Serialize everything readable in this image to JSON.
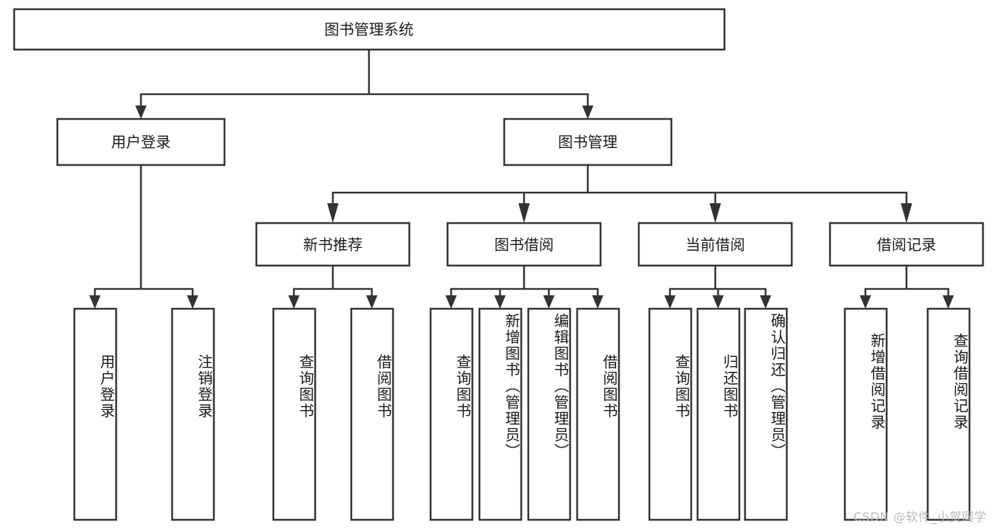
{
  "diagram": {
    "title": "图书管理系统",
    "type": "tree-hierarchy",
    "root": {
      "id": "root",
      "label": "图书管理系统",
      "orientation": "horizontal"
    },
    "level1": [
      {
        "id": "user-login",
        "label": "用户登录",
        "orientation": "horizontal"
      },
      {
        "id": "book-management",
        "label": "图书管理",
        "orientation": "horizontal"
      }
    ],
    "level2": [
      {
        "id": "new-book-recommend",
        "label": "新书推荐",
        "parent": "book-management",
        "orientation": "horizontal"
      },
      {
        "id": "book-borrow",
        "label": "图书借阅",
        "parent": "book-management",
        "orientation": "horizontal"
      },
      {
        "id": "current-borrow",
        "label": "当前借阅",
        "parent": "book-management",
        "orientation": "horizontal"
      },
      {
        "id": "borrow-record",
        "label": "借阅记录",
        "parent": "book-management",
        "orientation": "horizontal"
      }
    ],
    "leaves": [
      {
        "id": "leaf-user-login",
        "label": "用户登录",
        "parent": "user-login",
        "orientation": "vertical"
      },
      {
        "id": "leaf-logout",
        "label": "注销登录",
        "parent": "user-login",
        "orientation": "vertical"
      },
      {
        "id": "leaf-query-book-1",
        "label": "查询图书",
        "parent": "new-book-recommend",
        "orientation": "vertical"
      },
      {
        "id": "leaf-borrow-book-1",
        "label": "借阅图书",
        "parent": "new-book-recommend",
        "orientation": "vertical"
      },
      {
        "id": "leaf-query-book-2",
        "label": "查询图书",
        "parent": "book-borrow",
        "orientation": "vertical"
      },
      {
        "id": "leaf-add-book",
        "label": "新增图书（管理员）",
        "parent": "book-borrow",
        "orientation": "vertical"
      },
      {
        "id": "leaf-edit-book",
        "label": "编辑图书（管理员）",
        "parent": "book-borrow",
        "orientation": "vertical"
      },
      {
        "id": "leaf-borrow-book-2",
        "label": "借阅图书",
        "parent": "book-borrow",
        "orientation": "vertical"
      },
      {
        "id": "leaf-query-book-3",
        "label": "查询图书",
        "parent": "current-borrow",
        "orientation": "vertical"
      },
      {
        "id": "leaf-return-book",
        "label": "归还图书",
        "parent": "current-borrow",
        "orientation": "vertical"
      },
      {
        "id": "leaf-confirm-return",
        "label": "确认归还（管理员）",
        "parent": "current-borrow",
        "orientation": "vertical"
      },
      {
        "id": "leaf-add-record",
        "label": "新增借阅记录",
        "parent": "borrow-record",
        "orientation": "vertical"
      },
      {
        "id": "leaf-query-record",
        "label": "查询借阅记录",
        "parent": "borrow-record",
        "orientation": "vertical"
      }
    ],
    "colors": {
      "stroke": "#333333",
      "fill": "#ffffff",
      "text": "#1b1b1b",
      "watermark": "#b9b9b9"
    }
  },
  "watermark": {
    "text": "CSDN @软件_小贺同学"
  }
}
